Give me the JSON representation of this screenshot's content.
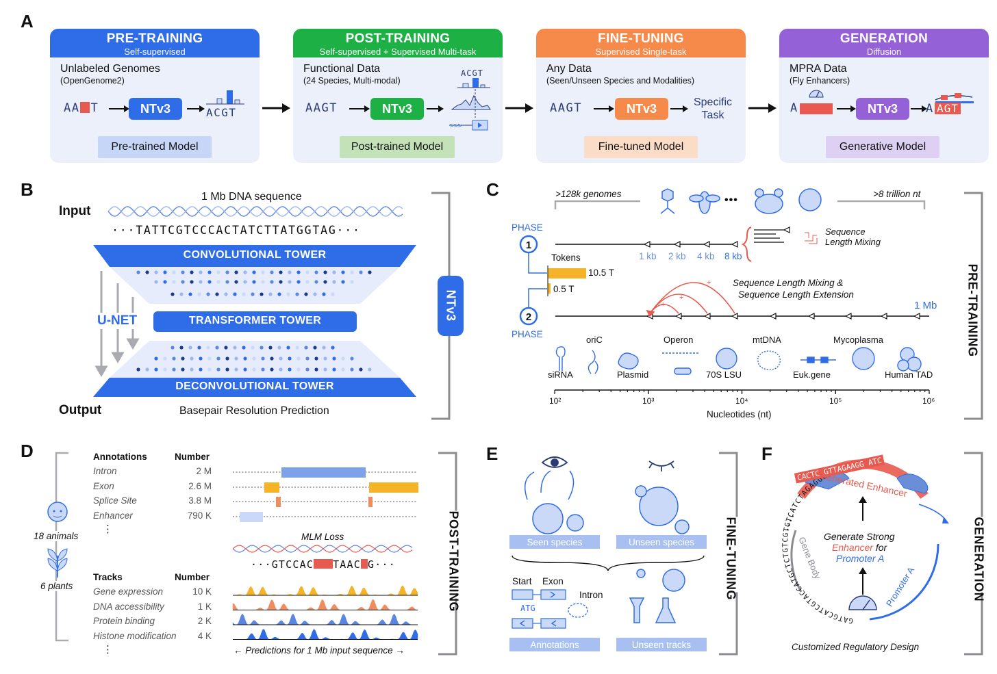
{
  "panels": {
    "a": "A",
    "b": "B",
    "c": "C",
    "d": "D",
    "e": "E",
    "f": "F"
  },
  "stages": [
    {
      "title": "PRE-TRAINING",
      "subtitle": "Self-supervised",
      "data_title": "Unlabeled Genomes",
      "data_sub": "(OpenGenome2)",
      "seq": "AA T",
      "model": "NTv3",
      "model_label": "Pre-trained Model",
      "output": "ACGT"
    },
    {
      "title": "POST-TRAINING",
      "subtitle": "Self-supervised + Supervised Multi-task",
      "data_title": "Functional Data",
      "data_sub": "(24 Species, Multi-modal)",
      "seq": "AAGT",
      "model": "NTv3",
      "model_label": "Post-trained Model",
      "output": "ACGT"
    },
    {
      "title": "FINE-TUNING",
      "subtitle": "Supervised Single-task",
      "data_title": "Any Data",
      "data_sub": "(Seen/Unseen Species and Modalities)",
      "seq": "AAGT",
      "model": "NTv3",
      "model_label": "Fine-tuned Model",
      "output": "Specific Task"
    },
    {
      "title": "GENERATION",
      "subtitle": "Diffusion",
      "data_title": "MPRA Data",
      "data_sub": "(Fly Enhancers)",
      "seq": "A",
      "model": "NTv3",
      "model_label": "Generative Model",
      "output_a": "A",
      "output": "AGT"
    }
  ],
  "colors": {
    "pre": "#2f6de8",
    "post": "#1db045",
    "fine": "#f68a4a",
    "gen": "#9561d6",
    "light_blue": "#cad9f7",
    "orange": "#f5b427",
    "red": "#e85a4f"
  },
  "panel_b": {
    "input_label": "Input",
    "dna_title": "1 Mb DNA sequence",
    "dna_seq": "···TATTCGTCCCACTATCTTATGGTAG···",
    "conv": "CONVOLUTIONAL TOWER",
    "transformer": "TRANSFORMER TOWER",
    "deconv": "DECONVOLUTIONAL TOWER",
    "unet": "U-NET",
    "output_label": "Output",
    "output_desc": "Basepair Resolution Prediction",
    "model": "NTv3"
  },
  "panel_c": {
    "genomes": ">128k genomes",
    "dots": "•••",
    "trillion": ">8 trillion nt",
    "phase": "PHASE",
    "phase1": "1",
    "phase2": "2",
    "tokens": "Tokens",
    "t1": "10.5 T",
    "t2": "0.5 T",
    "seq_mix": "Sequence\nLength Mixing",
    "mix_ext1": "Sequence Length Mixing &",
    "mix_ext2": "Sequence Length Extension",
    "kb": [
      "1 kb",
      "2 kb",
      "4 kb",
      "8 kb"
    ],
    "mb": "1 Mb",
    "structures": [
      "siRNA",
      "oriC",
      "Plasmid",
      "Operon",
      "70S LSU",
      "mtDNA",
      "Euk.gene",
      "Mycoplasma",
      "Human TAD"
    ],
    "axis_ticks": [
      "10²",
      "10³",
      "10⁴",
      "10⁵",
      "10⁶"
    ],
    "axis_label": "Nucleotides (nt)",
    "section": "PRE-TRAINING"
  },
  "panel_d": {
    "animals": "18 animals",
    "plants": "6 plants",
    "ann_header": "Annotations",
    "num_header": "Number",
    "annotations": [
      {
        "name": "Intron",
        "num": "2 M"
      },
      {
        "name": "Exon",
        "num": "2.6 M"
      },
      {
        "name": "Splice Site",
        "num": "3.8 M"
      },
      {
        "name": "Enhancer",
        "num": "790 K"
      }
    ],
    "vdots": "⋮",
    "mlm": "MLM Loss",
    "mlm_seq_a": "···GTCCAC",
    "mlm_seq_b": "TAAC",
    "mlm_seq_c": "G···",
    "tracks_header": "Tracks",
    "tracks": [
      {
        "name": "Gene expression",
        "num": "10 K"
      },
      {
        "name": "DNA accessibility",
        "num": "1 K"
      },
      {
        "name": "Protein binding",
        "num": "2 K"
      },
      {
        "name": "Histone modification",
        "num": "4 K"
      }
    ],
    "pred": "← Predictions for 1 Mb input sequence →",
    "section": "POST-TRAINING"
  },
  "panel_e": {
    "seen": "Seen species",
    "unseen": "Unseen species",
    "start": "Start",
    "exon": "Exon",
    "intron": "Intron",
    "atg": "ATG",
    "annotations": "Annotations",
    "unseen_tracks": "Unseen tracks",
    "section": "FINE-TUNING"
  },
  "panel_f": {
    "generated": "Generated Enhancer",
    "gen_seq": "CACTC GTTAGAAGG ATC",
    "gene_body": "Gene Body",
    "promoter": "Promoter A",
    "circle_seq": "GATGCATCGTACCATGCTCTGTCGTGTCATCTAGAGGCCCGTAGG",
    "line1": "Generate Strong",
    "line2a": "Enhancer",
    "line2b": " for",
    "line3": "Promoter A",
    "caption": "Customized Regulatory Design",
    "section": "GENERATION"
  }
}
